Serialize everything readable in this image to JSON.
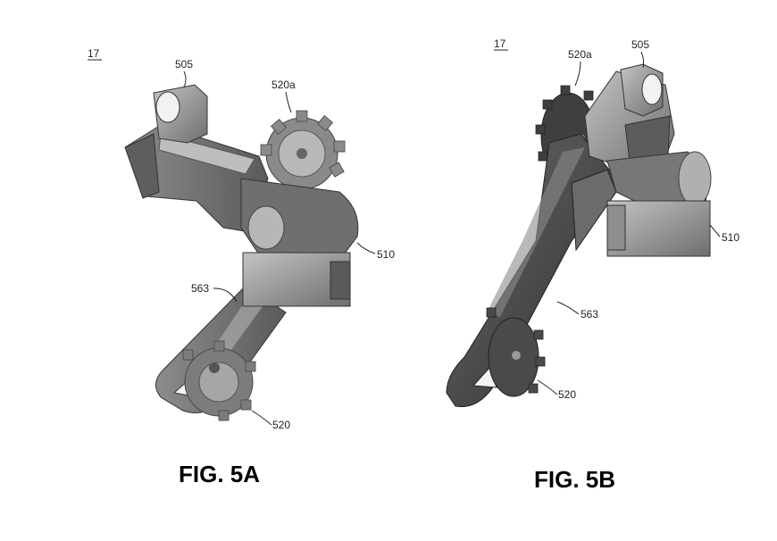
{
  "sheet_number": "17",
  "figures": [
    {
      "caption": "FIG. 5A",
      "labels": {
        "upper_pulley": "520a",
        "mount": "505",
        "body": "510",
        "cage_arm": "563",
        "lower_pulley": "520"
      }
    },
    {
      "caption": "FIG. 5B",
      "labels": {
        "upper_pulley": "520a",
        "mount": "505",
        "body": "510",
        "cage_arm": "563",
        "lower_pulley": "520"
      }
    }
  ],
  "colors": {
    "part_dark": "#4a4a4a",
    "part_mid": "#7a7a7a",
    "part_light": "#a8a8a8",
    "part_highlight": "#c9c9c9",
    "line": "#222222"
  }
}
